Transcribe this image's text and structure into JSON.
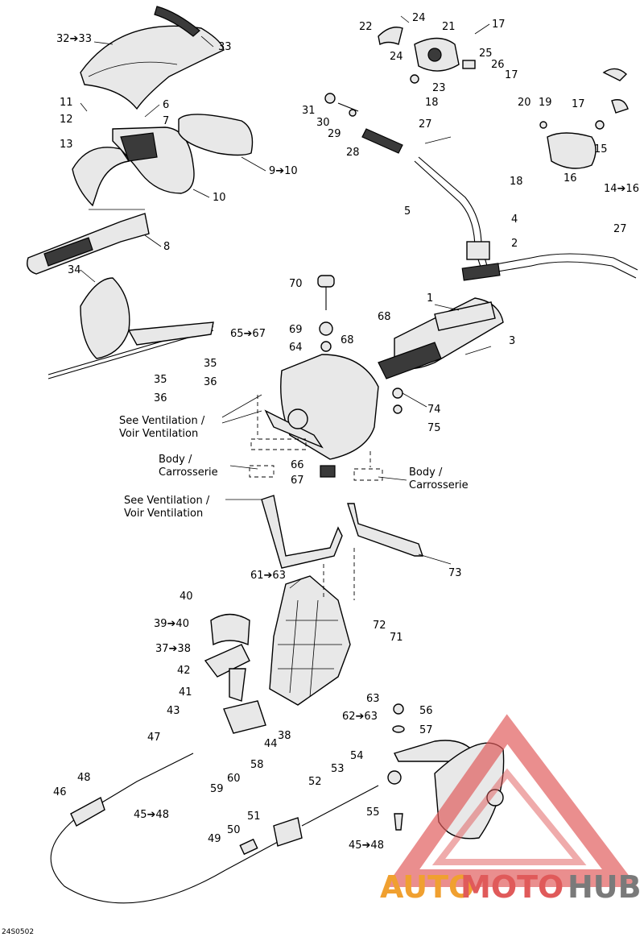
{
  "diagram_code": "24S0502",
  "callouts": [
    {
      "text": "32➔33"
    },
    {
      "text": "33"
    },
    {
      "text": "11"
    },
    {
      "text": "6"
    },
    {
      "text": "12"
    },
    {
      "text": "7"
    },
    {
      "text": "13"
    },
    {
      "text": "9➔10"
    },
    {
      "text": "10"
    },
    {
      "text": "8"
    },
    {
      "text": "34"
    },
    {
      "text": "35"
    },
    {
      "text": "36"
    },
    {
      "text": "35"
    },
    {
      "text": "36"
    },
    {
      "text": "24"
    },
    {
      "text": "22"
    },
    {
      "text": "21"
    },
    {
      "text": "17"
    },
    {
      "text": "24"
    },
    {
      "text": "25"
    },
    {
      "text": "26"
    },
    {
      "text": "17"
    },
    {
      "text": "23"
    },
    {
      "text": "18"
    },
    {
      "text": "31"
    },
    {
      "text": "30"
    },
    {
      "text": "29"
    },
    {
      "text": "28"
    },
    {
      "text": "27"
    },
    {
      "text": "20"
    },
    {
      "text": "19"
    },
    {
      "text": "17"
    },
    {
      "text": "15"
    },
    {
      "text": "18"
    },
    {
      "text": "16"
    },
    {
      "text": "14➔16"
    },
    {
      "text": "5"
    },
    {
      "text": "4"
    },
    {
      "text": "2"
    },
    {
      "text": "27"
    },
    {
      "text": "70"
    },
    {
      "text": "1"
    },
    {
      "text": "68"
    },
    {
      "text": "69"
    },
    {
      "text": "65➔67"
    },
    {
      "text": "64"
    },
    {
      "text": "68"
    },
    {
      "text": "3"
    },
    {
      "text": "74"
    },
    {
      "text": "75"
    },
    {
      "text": "66"
    },
    {
      "text": "67"
    },
    {
      "text": "73"
    },
    {
      "text": "61➔63"
    },
    {
      "text": "40"
    },
    {
      "text": "39➔40"
    },
    {
      "text": "72"
    },
    {
      "text": "71"
    },
    {
      "text": "37➔38"
    },
    {
      "text": "42"
    },
    {
      "text": "41"
    },
    {
      "text": "63"
    },
    {
      "text": "43"
    },
    {
      "text": "62➔63"
    },
    {
      "text": "38"
    },
    {
      "text": "44"
    },
    {
      "text": "56"
    },
    {
      "text": "57"
    },
    {
      "text": "47"
    },
    {
      "text": "58"
    },
    {
      "text": "60"
    },
    {
      "text": "59"
    },
    {
      "text": "54"
    },
    {
      "text": "48"
    },
    {
      "text": "53"
    },
    {
      "text": "46"
    },
    {
      "text": "45➔48"
    },
    {
      "text": "52"
    },
    {
      "text": "55"
    },
    {
      "text": "51"
    },
    {
      "text": "50"
    },
    {
      "text": "45➔48"
    },
    {
      "text": "49"
    }
  ],
  "notes": {
    "vent1_line1": "See Ventilation /",
    "vent1_line2": "Voir Ventilation",
    "body_left_line1": "Body /",
    "body_left_line2": "Carrosserie",
    "body_right_line1": "Body /",
    "body_right_line2": "Carrosserie",
    "vent2_line1": "See Ventilation /",
    "vent2_line2": "Voir Ventilation"
  },
  "watermark": {
    "part1": "AUTO",
    "part2": "MOTO",
    "part3": "HUB",
    "color_orange": "#f0a030",
    "color_red": "#e05a5a",
    "color_gray": "#7a7a7a"
  }
}
